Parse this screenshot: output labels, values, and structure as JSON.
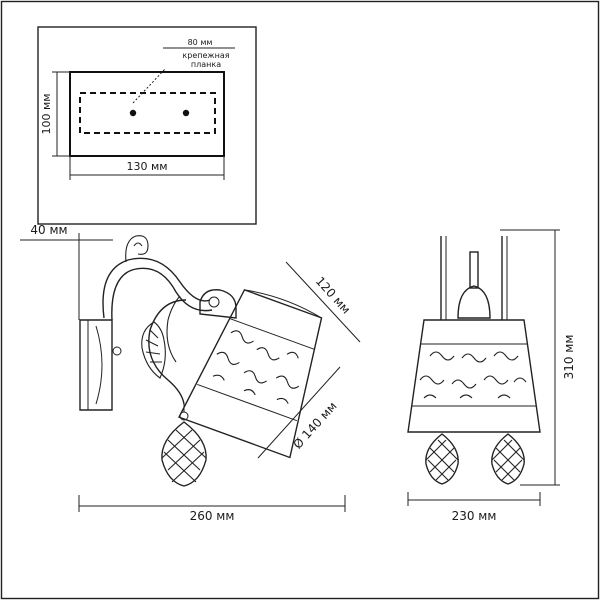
{
  "mount_plate": {
    "height_label": "100 мм",
    "width_label": "130 мм",
    "hole_spacing_label": "80 мм",
    "plate_note_line1": "крепежная",
    "plate_note_line2": "планка"
  },
  "side_view": {
    "projection_label": "40 мм",
    "shade_height_label": "120 мм",
    "shade_diameter_label": "Ø 140 мм",
    "total_width_label": "260 мм"
  },
  "front_view": {
    "width_label": "230 мм",
    "height_label": "310 мм"
  }
}
